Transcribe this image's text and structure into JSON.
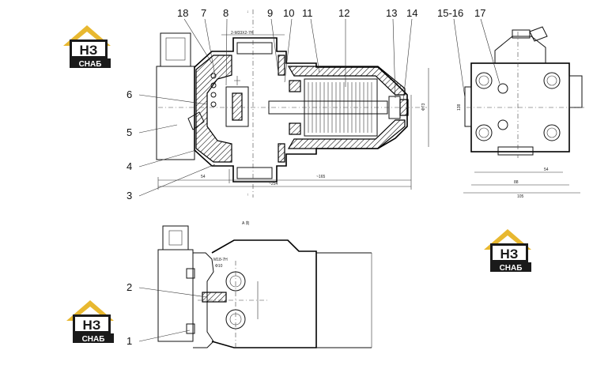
{
  "labels": {
    "top": [
      "18",
      "7",
      "8",
      "9",
      "10",
      "11",
      "12",
      "13",
      "14",
      "15-16",
      "17"
    ],
    "left": [
      "6",
      "5",
      "4",
      "3",
      "2",
      "1"
    ]
  },
  "dimensions": {
    "thread_top": "2-M33X2-7H",
    "width_small": "54",
    "width_mid": "~165",
    "width_total": "~254",
    "height_right": "Ф73",
    "side_height": "138",
    "side_w1": "54",
    "side_w2": "88",
    "side_w3": "105",
    "bottom_thread": "M18-7H",
    "bottom_depth": "Ф10",
    "view_label": "A 向"
  },
  "logo": {
    "mark": "НЗ",
    "sub": "СНАБ",
    "accent": "#e8b830",
    "dark": "#1a1a1a"
  }
}
